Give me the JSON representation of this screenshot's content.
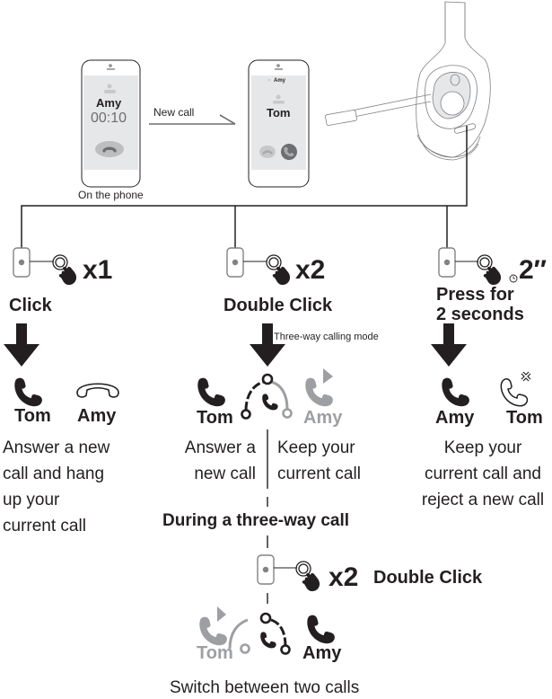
{
  "colors": {
    "ink": "#231f20",
    "muted": "#9d9fa2",
    "screen": "#e6e7e8"
  },
  "phones": {
    "left": {
      "caller": "Amy",
      "timer": "00:10",
      "caption": "On the phone"
    },
    "arrow_label": "New call",
    "right": {
      "hold_caller": "Amy",
      "caller": "Tom"
    }
  },
  "branches": [
    {
      "id": "click",
      "press_count": "x1",
      "action": "Click",
      "icons": [
        {
          "name": "phone-answer-icon",
          "label": "Tom"
        },
        {
          "name": "phone-hangup-icon",
          "label": "Amy"
        }
      ],
      "description": [
        "Answer a new",
        "call and hang",
        "up your",
        "current call"
      ]
    },
    {
      "id": "double-click",
      "press_count": "x2",
      "action": "Double Click",
      "mode_label": "Three-way calling mode",
      "icons": [
        {
          "name": "phone-answer-icon",
          "label": "Tom"
        },
        {
          "name": "phone-hold-icon",
          "label": "Amy"
        }
      ],
      "description_left": [
        "Answer a",
        "new call"
      ],
      "description_right": [
        "Keep your",
        "current call"
      ]
    },
    {
      "id": "long-press",
      "press_count": "2″",
      "action": [
        "Press for",
        "2 seconds"
      ],
      "icons": [
        {
          "name": "phone-answer-icon",
          "label": "Amy"
        },
        {
          "name": "phone-reject-icon",
          "label": "Tom"
        }
      ],
      "description": [
        "Keep your",
        "current call and",
        "reject a new call"
      ]
    }
  ],
  "three_way": {
    "heading": "During a three-way call",
    "press_count": "x2",
    "action": "Double Click",
    "icons": [
      {
        "name": "phone-hold-icon",
        "label": "Tom"
      },
      {
        "name": "phone-answer-icon",
        "label": "Amy"
      }
    ],
    "description": "Switch between two calls"
  }
}
